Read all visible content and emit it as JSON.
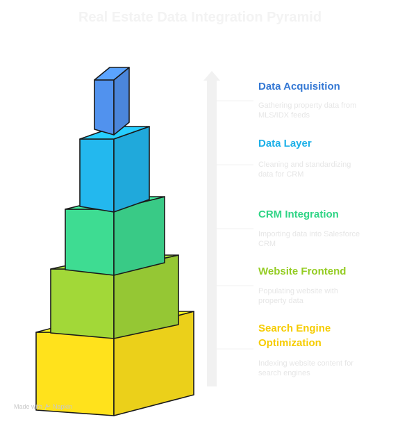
{
  "title": "Real Estate Data Integration Pyramid",
  "tiers": [
    {
      "label": "Data Acquisition",
      "description": "Gathering property data from MLS/IDX feeds",
      "color": "#5192ee",
      "label_color": "#3478d4"
    },
    {
      "label": "Data Layer",
      "description": "Cleaning and standardizing data for CRM",
      "color": "#23b8ee",
      "label_color": "#1cb0e8"
    },
    {
      "label": "CRM Integration",
      "description": "Importing data into Salesforce CRM",
      "color": "#3edc92",
      "label_color": "#2fd485"
    },
    {
      "label": "Website Frontend",
      "description": "Populating website with property data",
      "color": "#a2d838",
      "label_color": "#94cc22"
    },
    {
      "label": "Search Engine Optimization",
      "description": "Indexing website content for search engines",
      "color": "#ffe21c",
      "label_color": "#f6cc00"
    }
  ],
  "arrow_color": "#f1f1f1",
  "credit": {
    "prefix": "Made with",
    "brand": "Napkin",
    "icon": "napkin-logo-icon"
  }
}
